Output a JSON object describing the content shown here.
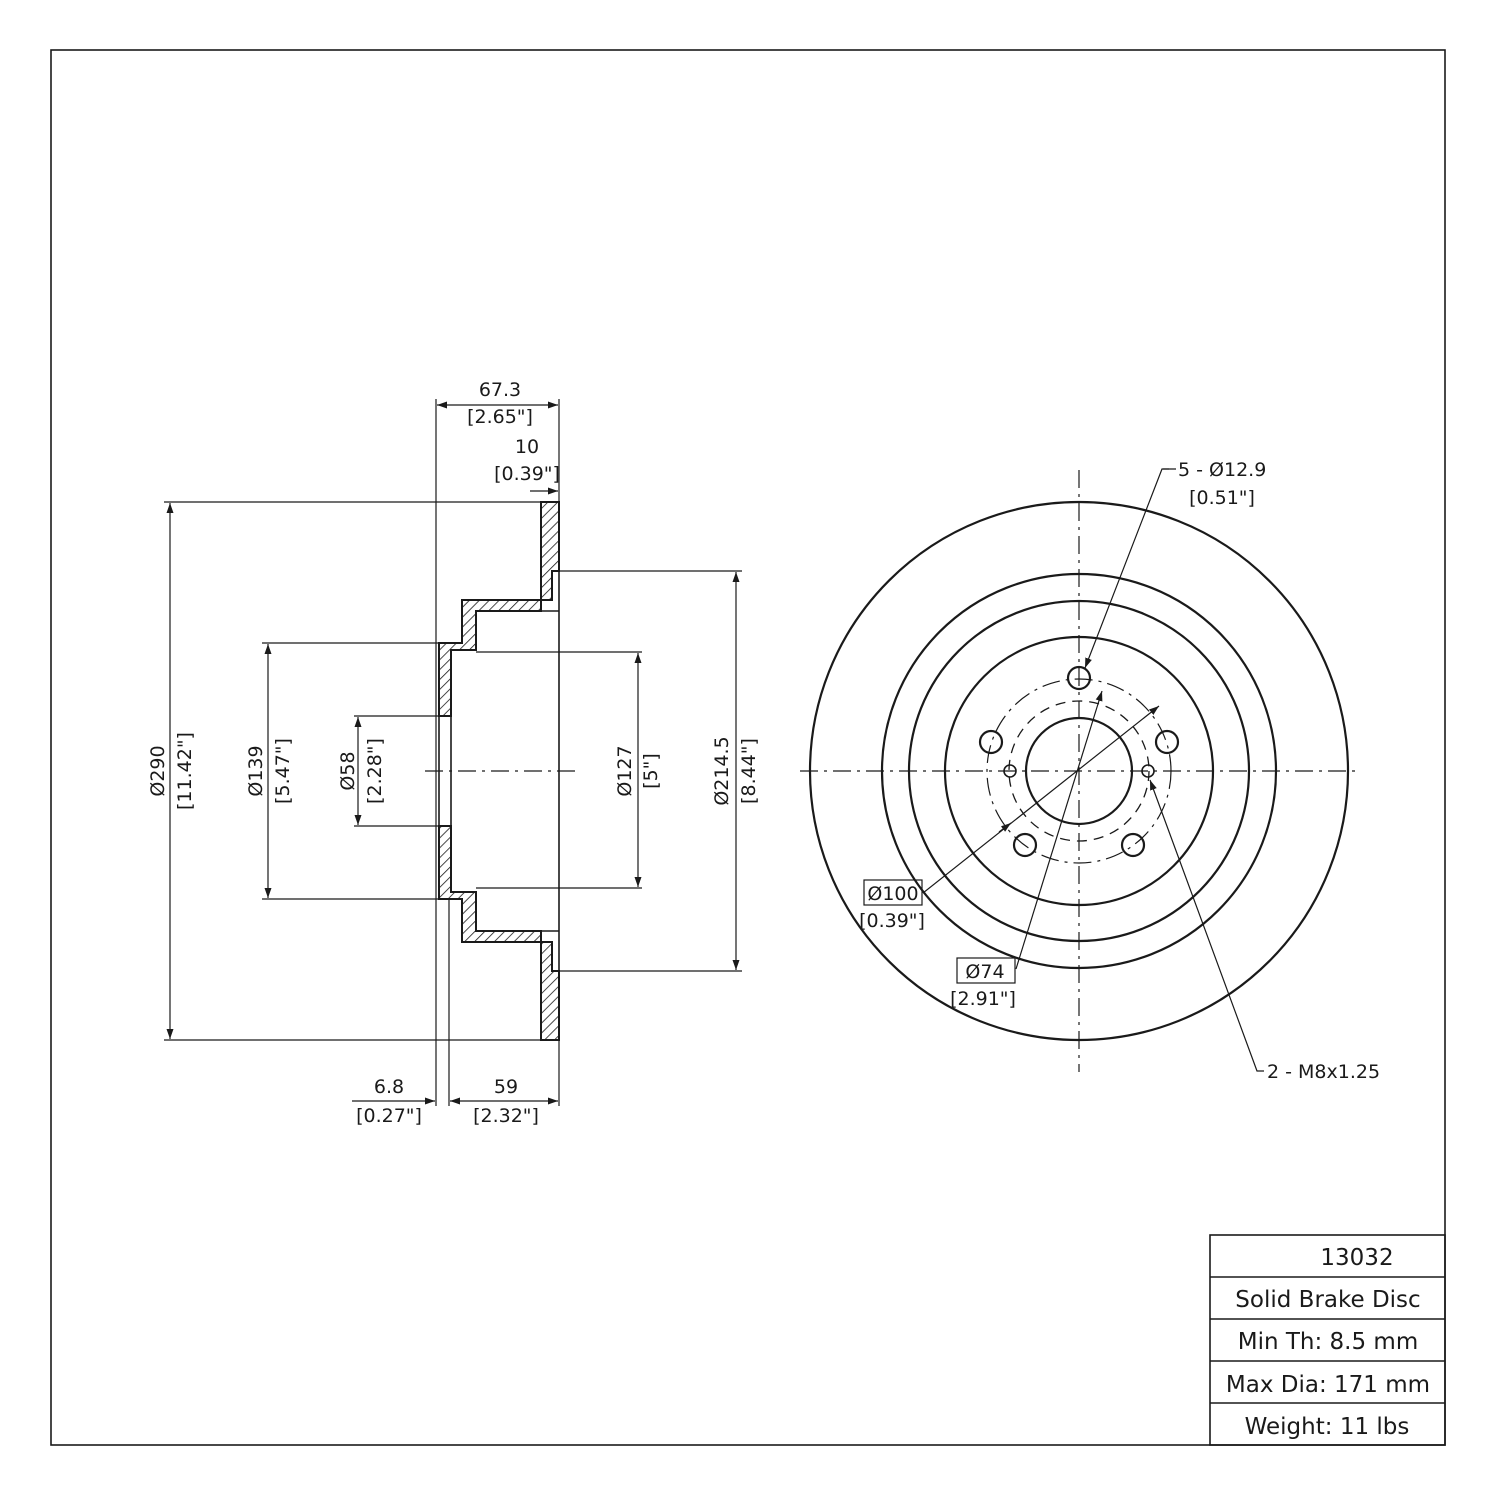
{
  "side_view": {
    "overall_width": {
      "mm": "67.3",
      "in": "[2.65\"]"
    },
    "disc_thickness": {
      "mm": "10",
      "in": "[0.39\"]"
    },
    "outer_diameter": {
      "mm": "Ø290",
      "in": "[11.42\"]"
    },
    "hat_diameter": {
      "mm": "Ø139",
      "in": "[5.47\"]"
    },
    "center_bore": {
      "mm": "Ø58",
      "in": "[2.28\"]"
    },
    "inner_hat": {
      "mm": "Ø127",
      "in": "[5\"]"
    },
    "friction_inner": {
      "mm": "Ø214.5",
      "in": "[8.44\"]"
    },
    "hub_thickness": {
      "mm": "6.8",
      "in": "[0.27\"]"
    },
    "hat_height": {
      "mm": "59",
      "in": "[2.32\"]"
    }
  },
  "front_view": {
    "bolt_holes": {
      "mm": "5 - Ø12.9",
      "in": "[0.51\"]"
    },
    "bolt_circle": {
      "mm": "Ø100",
      "in": "[0.39\"]"
    },
    "pilot": {
      "mm": "Ø74",
      "in": "[2.91\"]"
    },
    "threaded_holes": "2 - M8x1.25"
  },
  "title_block": {
    "part_number": "13032",
    "description": "Solid Brake Disc",
    "min_thickness": "Min Th: 8.5 mm",
    "max_diameter": "Max Dia: 171 mm",
    "weight": "Weight: 11 lbs"
  }
}
